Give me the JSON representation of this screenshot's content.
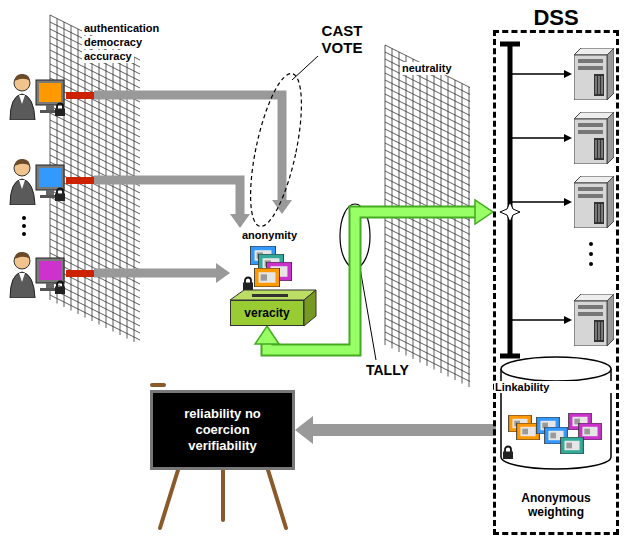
{
  "diagram": {
    "nodes": [
      {
        "text": [
          "DSS"
        ]
      },
      {
        "text": [
          "veracity"
        ]
      },
      {
        "text": [
          "Linkability",
          "Anonymous weighting"
        ],
        "in": 0
      },
      {
        "text": [
          "reliability no coercion verifiability"
        ]
      }
    ],
    "edges": [
      {
        "from": 1,
        "to": 0,
        "label": "TALLY",
        "arrow": "both"
      },
      {
        "from": 2,
        "to": 3,
        "arrow": "to"
      }
    ],
    "labels": [
      "authentication",
      "democracy",
      "accuracy",
      "CAST VOTE",
      "anonymity",
      "neutrality"
    ]
  }
}
